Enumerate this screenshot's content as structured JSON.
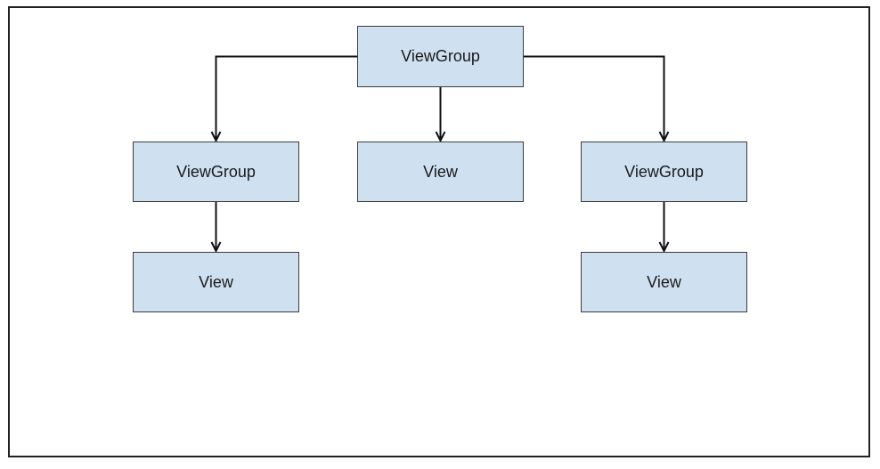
{
  "colors": {
    "node_fill": "#cfe0f1",
    "node_border": "#3c3c3c",
    "connector": "#111111",
    "frame_border": "#222222"
  },
  "nodes": {
    "root": {
      "label": "ViewGroup"
    },
    "left_group": {
      "label": "ViewGroup"
    },
    "middle_view": {
      "label": "View"
    },
    "right_group": {
      "label": "ViewGroup"
    },
    "left_view": {
      "label": "View"
    },
    "right_view": {
      "label": "View"
    }
  },
  "edges": [
    {
      "from": "root",
      "to": "left_group"
    },
    {
      "from": "root",
      "to": "middle_view"
    },
    {
      "from": "root",
      "to": "right_group"
    },
    {
      "from": "left_group",
      "to": "left_view"
    },
    {
      "from": "right_group",
      "to": "right_view"
    }
  ]
}
